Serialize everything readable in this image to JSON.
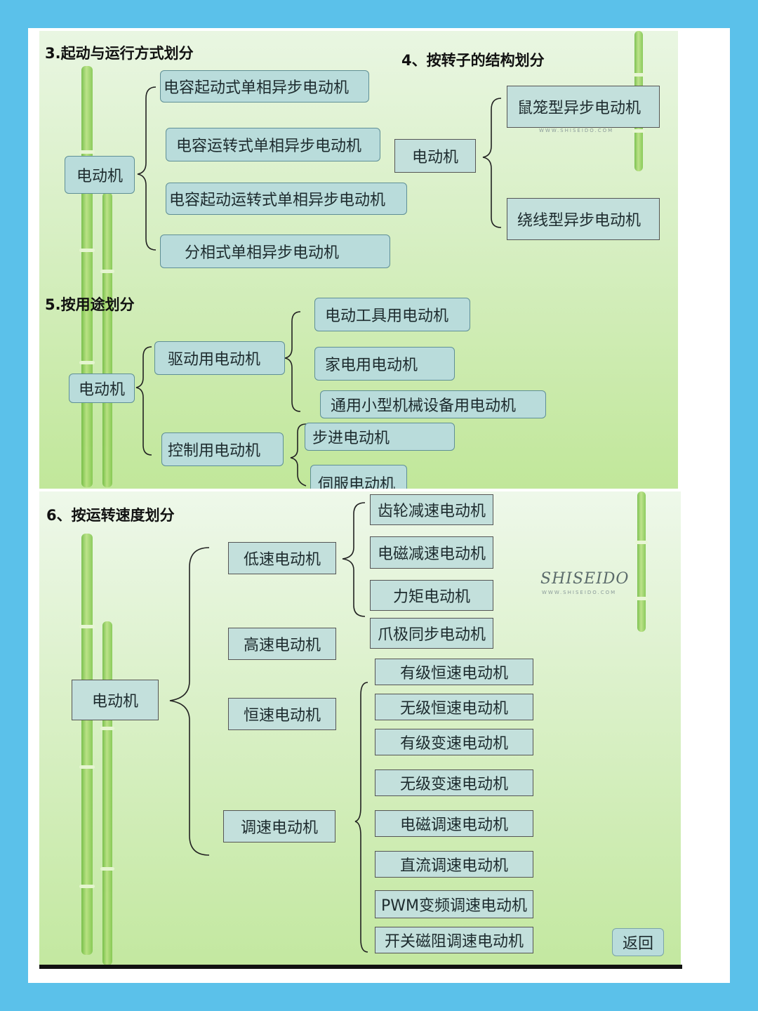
{
  "colors": {
    "frame": "#5bc1ea",
    "box_fill": "#b9dcdb",
    "box_border": "#5f8f96",
    "panel_green": "#c1e79a"
  },
  "section3": {
    "title": "3.起动与运行方式划分",
    "root": "电动机",
    "children": [
      "电容起动式单相异步电动机",
      "电容运转式单相异步电动机",
      "电容起动运转式单相异步电动机",
      "分相式单相异步电动机"
    ]
  },
  "section4": {
    "title": "4、按转子的结构划分",
    "root": "电动机",
    "children": [
      "鼠笼型异步电动机",
      "绕线型异步电动机"
    ]
  },
  "section5": {
    "title": "5.按用途划分",
    "root": "电动机",
    "groups": [
      {
        "label": "驱动用电动机",
        "children": [
          "电动工具用电动机",
          "家电用电动机",
          "通用小型机械设备用电动机"
        ]
      },
      {
        "label": "控制用电动机",
        "children": [
          "步进电动机",
          "伺服电动机"
        ]
      }
    ]
  },
  "section6": {
    "title": "6、按运转速度划分",
    "root": "电动机",
    "groups": [
      {
        "label": "低速电动机",
        "children": [
          "齿轮减速电动机",
          "电磁减速电动机",
          "力矩电动机"
        ]
      },
      {
        "label": "高速电动机",
        "children": []
      },
      {
        "label": "恒速电动机",
        "children": [
          "爪极同步电动机"
        ]
      },
      {
        "label": "调速电动机",
        "children": [
          "有级恒速电动机",
          "无级恒速电动机",
          "有级变速电动机",
          "无级变速电动机",
          "电磁调速电动机",
          "直流调速电动机",
          "PWM变频调速电动机",
          "开关磁阻调速电动机"
        ]
      }
    ]
  },
  "logo": {
    "brand": "SHISEIDO",
    "url_text": "WWW.SHISEIDO.COM"
  },
  "back_button": "返回"
}
